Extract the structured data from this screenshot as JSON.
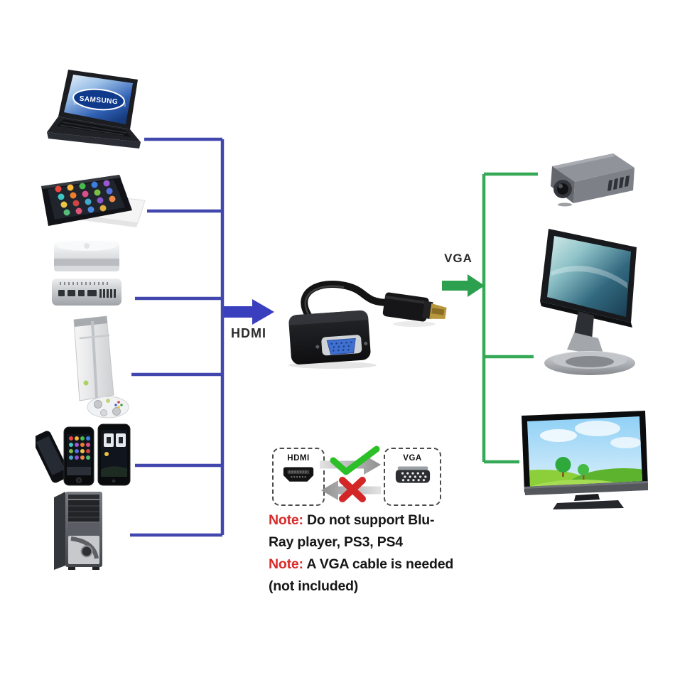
{
  "hdmi_side": {
    "arrow_label": "HDMI",
    "laptop_logo": "SAMSUNG",
    "devices": [
      "samsung-laptop",
      "tablet",
      "mini-pc",
      "game-console",
      "smartphones",
      "desktop-tower"
    ]
  },
  "vga_side": {
    "arrow_label": "VGA",
    "devices": [
      "projector",
      "lcd-monitor",
      "tv"
    ]
  },
  "compatibility": {
    "hdmi_label": "HDMI",
    "vga_label": "VGA",
    "hdmi_to_vga": "supported",
    "vga_to_hdmi": "not-supported"
  },
  "notes": [
    {
      "label": "Note:",
      "text": " Do not support Blu-Ray player, PS3, PS4"
    },
    {
      "label": "Note:",
      "text": " A VGA cable is needed (not included)"
    }
  ],
  "colors": {
    "hdmi_line": "#4247ad",
    "hdmi_arrow": "#3a3fbe",
    "vga_line": "#35a957",
    "vga_arrow": "#2ca04e",
    "check_green": "#2bc028",
    "cross_red": "#d32727",
    "note_red": "#d92b2b"
  }
}
